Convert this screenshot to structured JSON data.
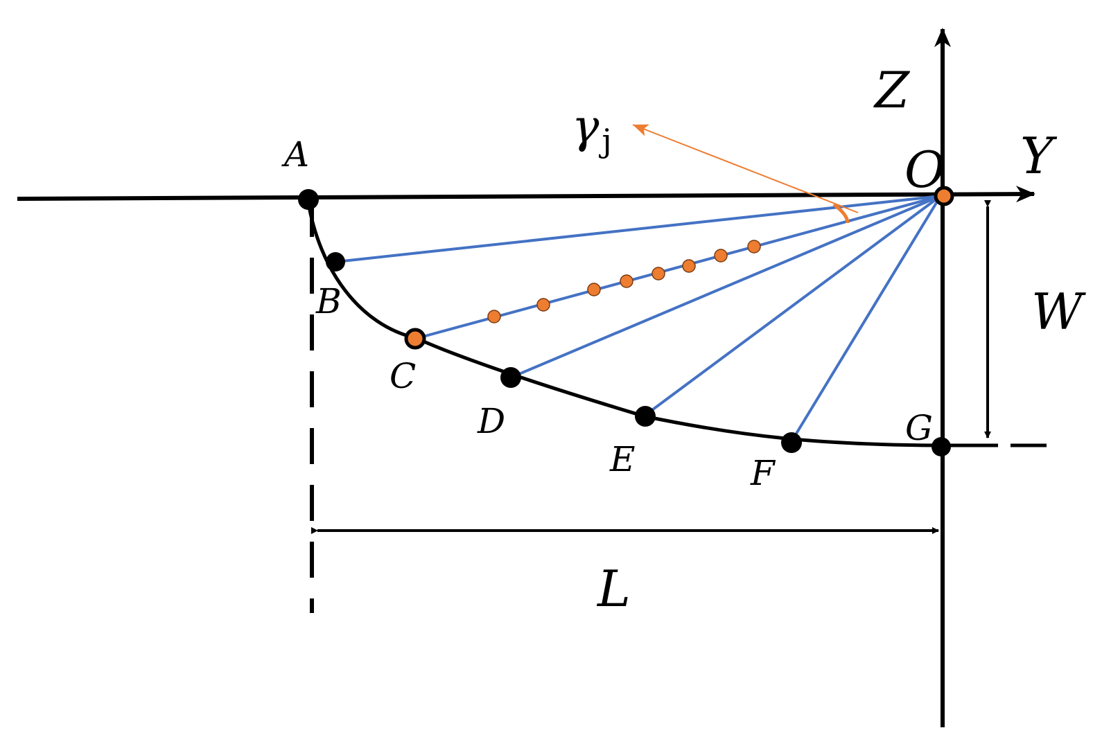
{
  "points": {
    "A": "A",
    "B": "B",
    "C": "C",
    "D": "D",
    "E": "E",
    "F": "F",
    "G": "G",
    "O": "O"
  },
  "axes": {
    "z": "Z",
    "y": "Y"
  },
  "dimensions": {
    "width": "W",
    "length": "L"
  },
  "angle_label": {
    "symbol": "γ",
    "subscript": "j"
  },
  "colors": {
    "ray": "#4472c4",
    "highlight": "#ed7d31",
    "ink": "#000000"
  }
}
